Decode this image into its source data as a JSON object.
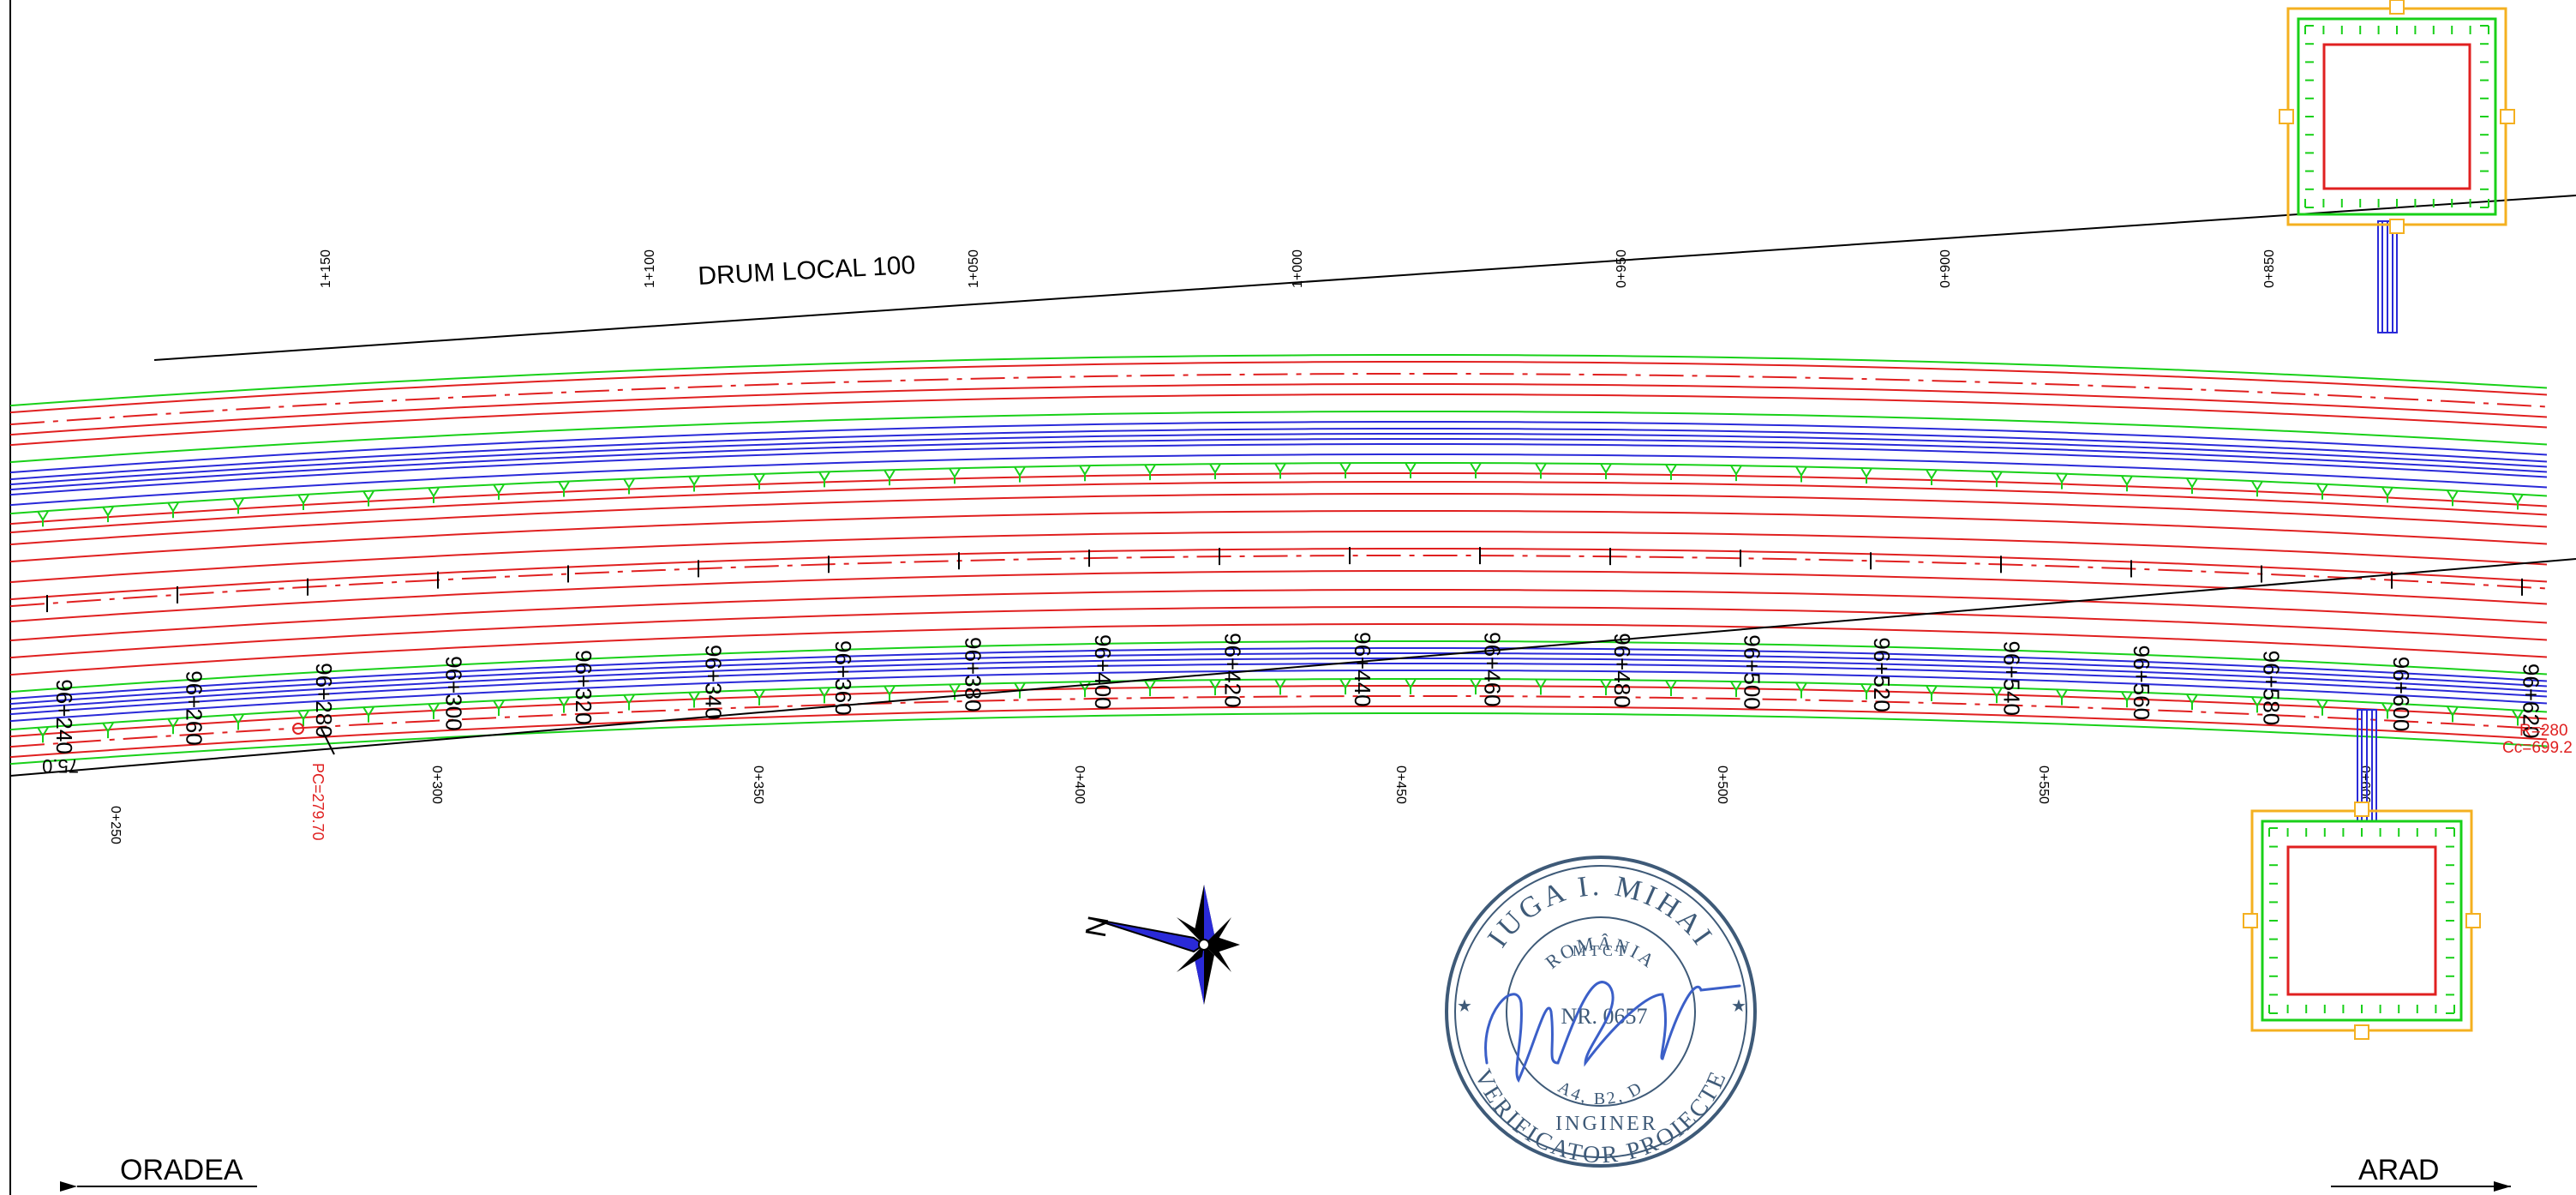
{
  "drawing": {
    "road_label": "DRUM LOCAL 100",
    "direction_left": "ORADEA",
    "direction_right": "ARAD",
    "top_chainage": [
      "1+150",
      "1+100",
      "1+050",
      "1+000",
      "0+950",
      "0+900",
      "0+850"
    ],
    "bottom_chainage": [
      "0+250",
      "0+300",
      "0+350",
      "0+400",
      "0+450",
      "0+500",
      "0+550",
      "0+600"
    ],
    "road_chainage": [
      "96+240",
      "96+260",
      "96+280",
      "96+300",
      "96+320",
      "96+340",
      "96+360",
      "96+380",
      "96+400",
      "96+420",
      "96+440",
      "96+460",
      "96+480",
      "96+500",
      "96+520",
      "96+540",
      "96+560",
      "96+580",
      "96+600",
      "96+620"
    ],
    "pc_label": "PC=279.70",
    "curve_radius": "R=280",
    "curve_cc": "Cc=699.2",
    "left_edge_label": "75.0",
    "north_label": "N"
  },
  "stamp": {
    "name": "IUGA I. MIHAI",
    "country": "ROMÂNIA",
    "ministry": "MTCT",
    "number": "NR. 0657",
    "categories": "A4, B2, D",
    "title": "INGINER",
    "role": "VERIFICATOR PROIECTE"
  },
  "colors": {
    "red": "#e02020",
    "blue": "#2a2ad8",
    "green": "#19d019",
    "orange": "#f4b020",
    "black": "#000000",
    "stamp": "#3e5a78",
    "signature": "#3b5fc8"
  }
}
